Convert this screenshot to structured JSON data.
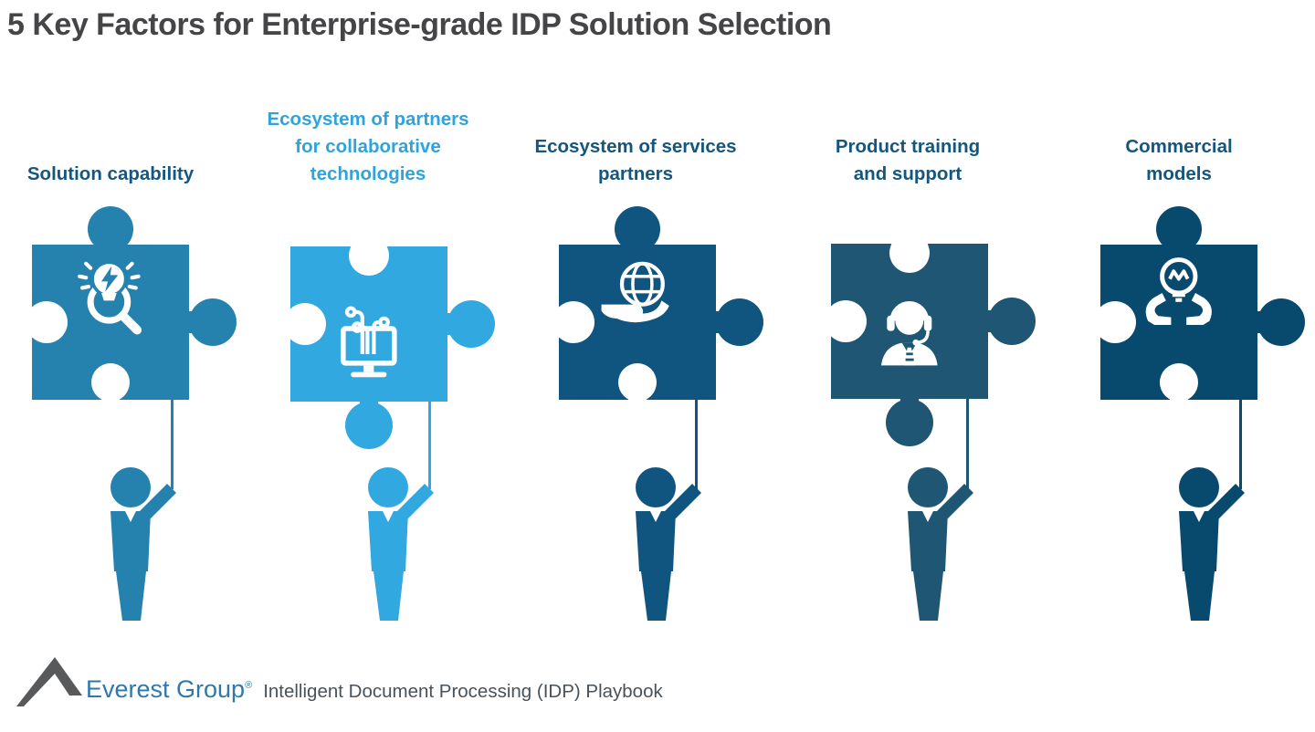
{
  "title": "5 Key Factors for Enterprise-grade IDP Solution Selection",
  "factors": [
    {
      "label": "Solution capability",
      "label_color": "#17567e",
      "color": "#2581ae",
      "icon": "idea-search-icon"
    },
    {
      "label": "Ecosystem of partners\nfor collaborative\ntechnologies",
      "label_color": "#2fa3dc",
      "color": "#31a8e0",
      "icon": "technology-integration-icon"
    },
    {
      "label": "Ecosystem of services\npartners",
      "label_color": "#15567e",
      "color": "#10557f",
      "icon": "globe-hand-icon"
    },
    {
      "label": "Product training\nand support",
      "label_color": "#15567e",
      "color": "#1e5674",
      "icon": "support-agent-icon"
    },
    {
      "label": "Commercial\nmodels",
      "label_color": "#15567e",
      "color": "#084a6e",
      "icon": "idea-hands-icon"
    }
  ],
  "footer": {
    "brand": "Everest Group",
    "reg_mark": "®",
    "tagline": "Intelligent Document Processing (IDP) Playbook",
    "logo_color": "#58595b"
  }
}
